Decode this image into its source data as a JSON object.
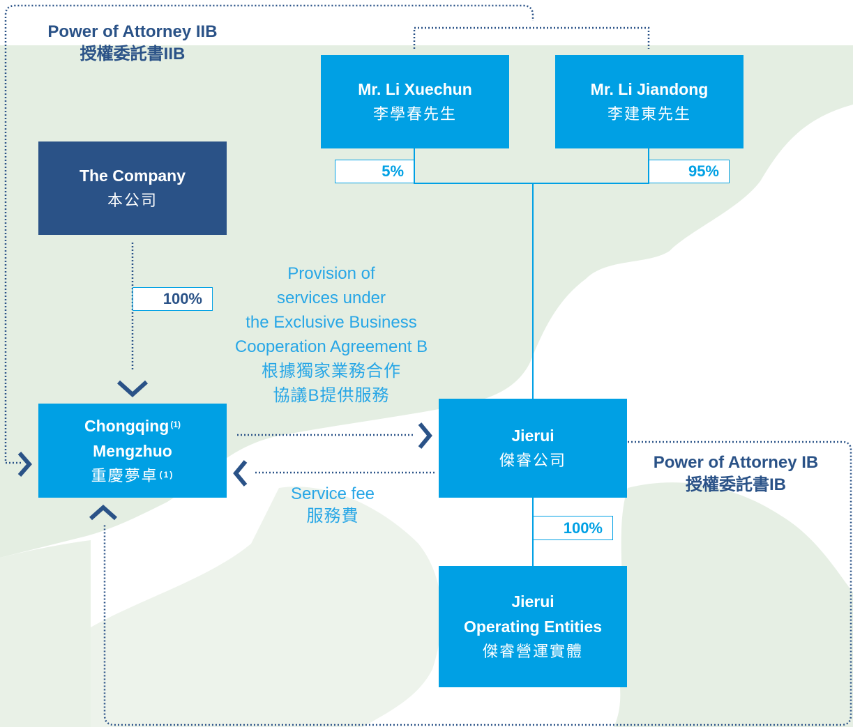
{
  "shareholders": {
    "li_xuechun": {
      "name_en": "Mr. Li Xuechun",
      "name_zh": "李學春先生",
      "share": "5%"
    },
    "li_jiandong": {
      "name_en": "Mr. Li Jiandong",
      "name_zh": "李建東先生",
      "share": "95%"
    }
  },
  "company": {
    "name_en": "The Company",
    "name_zh": "本公司",
    "share": "100%"
  },
  "chongqing": {
    "name_en_line1": "Chongqing",
    "name_en_line2": "Mengzhuo",
    "name_zh": "重慶夢卓",
    "note": "(1)"
  },
  "jierui": {
    "name_en": "Jierui",
    "name_zh": "傑睿公司",
    "share": "100%"
  },
  "operating_entities": {
    "line1": "Jierui",
    "line2": "Operating Entities",
    "name_zh": "傑睿營運實體"
  },
  "services_label": {
    "lines": [
      "Provision of",
      "services under",
      "the Exclusive Business",
      "Cooperation Agreement B",
      "根據獨家業務合作",
      "協議B提供服務"
    ]
  },
  "fee_label": {
    "en": "Service fee",
    "zh": "服務費"
  },
  "poa_iib": {
    "en": "Power of Attorney IIB",
    "zh": "授權委託書IIB"
  },
  "poa_ib": {
    "en": "Power of Attorney IB",
    "zh": "授權委託書IB"
  },
  "colors": {
    "light_blue": "#00a0e4",
    "navy": "#2a5287",
    "map_green": "#e4eee2"
  }
}
